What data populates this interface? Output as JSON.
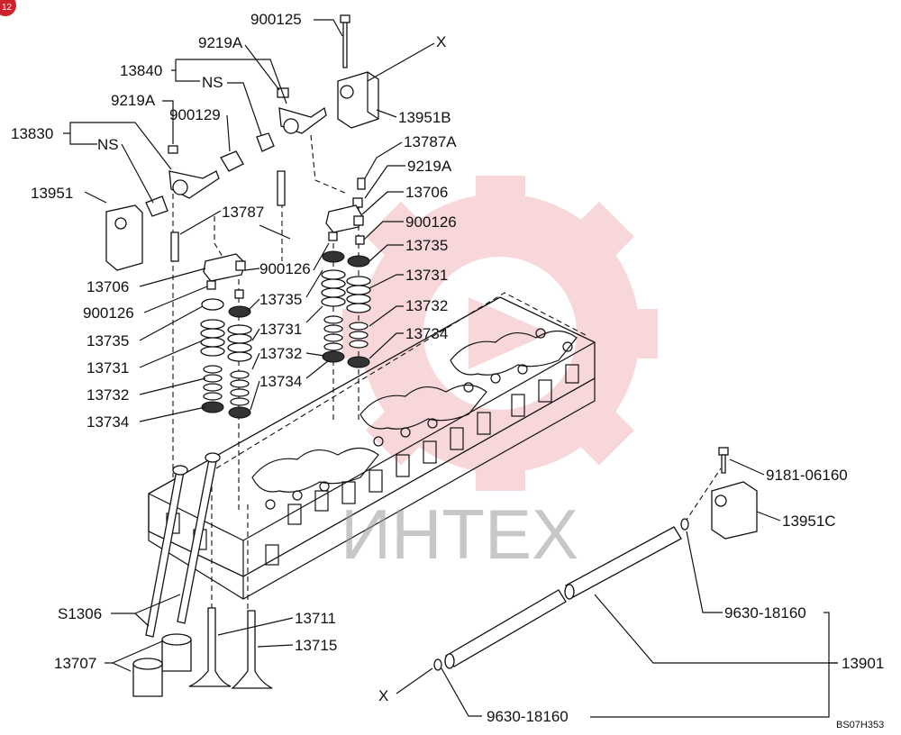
{
  "corner_badge": "12",
  "watermark": "ИНТЕХ",
  "drawing_code": "BS07H353",
  "labels": {
    "900125": "900125",
    "x_top": "X",
    "9219a_top": "9219A",
    "13840": "13840",
    "ns_top": "NS",
    "9219a_left": "9219A",
    "900129": "900129",
    "13951b": "13951B",
    "13830": "13830",
    "ns_left": "NS",
    "13787a": "13787A",
    "9219a_right": "9219A",
    "13951": "13951",
    "13706_right": "13706",
    "13787": "13787",
    "900126_right": "900126",
    "13735_right": "13735",
    "900126_mid": "900126",
    "13731_right": "13731",
    "13706_left": "13706",
    "13735_mid": "13735",
    "13732_right": "13732",
    "900126_left": "900126",
    "13731_mid": "13731",
    "13734_right": "13734",
    "13735_left": "13735",
    "13732_mid": "13732",
    "13731_left": "13731",
    "13734_mid": "13734",
    "13732_left": "13732",
    "13734_left": "13734",
    "9181_06160": "9181-06160",
    "13951c": "13951C",
    "s1306": "S1306",
    "13711": "13711",
    "9630_18160_top": "9630-18160",
    "13715": "13715",
    "13901": "13901",
    "13707": "13707",
    "x_bottom": "X",
    "9630_18160_bottom": "9630-18160"
  },
  "colors": {
    "ink": "#111111",
    "badge": "#d0202a",
    "watermark_gear": "#f4b8bc",
    "watermark_text": "#9a9a9a"
  }
}
